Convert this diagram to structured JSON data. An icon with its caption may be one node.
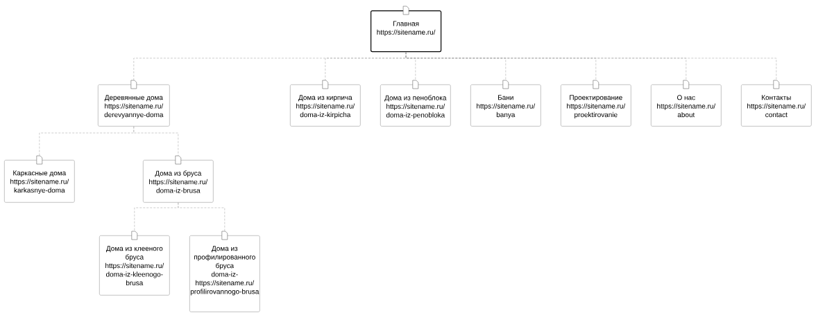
{
  "diagram": {
    "nodes": [
      {
        "text": [
          "Главная",
          "https://sitename.ru/"
        ]
      },
      {
        "text": [
          "Деревянные дома",
          "https://sitename.ru/ derevyannye-doma"
        ]
      },
      {
        "text": [
          "Дома из кирпича",
          "https://sitename.ru/ doma-iz-kirpicha"
        ]
      },
      {
        "text": [
          "Дома из пеноблока",
          "https://sitename.ru/ doma-iz-penobloka"
        ]
      },
      {
        "text": [
          "Бани",
          "https://sitename.ru/ banya"
        ]
      },
      {
        "text": [
          "Проектирование",
          "https://sitename.ru/ proektirovanie"
        ]
      },
      {
        "text": [
          "О нас",
          "https://sitename.ru/ about"
        ]
      },
      {
        "text": [
          "Контакты",
          "https://sitename.ru/ contact"
        ]
      },
      {
        "text": [
          "Каркасные дома",
          "https://sitename.ru/ karkasnye-doma"
        ]
      },
      {
        "text": [
          "Дома из бруса",
          "https://sitename.ru/ doma-iz-brusa"
        ]
      },
      {
        "text": [
          "Дома из клееного бруса",
          "https://sitename.ru/ doma-iz-kleenogo-brusa"
        ]
      },
      {
        "text": [
          "Дома из профилированного бруса",
          "doma-iz- https://sitename.ru/ profilirovannogo-brusa"
        ]
      }
    ],
    "edges": [
      {
        "from": 0,
        "to": 1,
        "arrow": "none",
        "style": "dashed"
      },
      {
        "from": 0,
        "to": 2,
        "arrow": "none",
        "style": "dashed"
      },
      {
        "from": 0,
        "to": 3,
        "arrow": "none",
        "style": "dashed"
      },
      {
        "from": 0,
        "to": 4,
        "arrow": "none",
        "style": "dashed"
      },
      {
        "from": 0,
        "to": 5,
        "arrow": "none",
        "style": "dashed"
      },
      {
        "from": 0,
        "to": 6,
        "arrow": "none",
        "style": "dashed"
      },
      {
        "from": 0,
        "to": 7,
        "arrow": "none",
        "style": "dashed"
      },
      {
        "from": 1,
        "to": 8,
        "arrow": "none",
        "style": "dashed"
      },
      {
        "from": 1,
        "to": 9,
        "arrow": "none",
        "style": "dashed"
      },
      {
        "from": 9,
        "to": 10,
        "arrow": "none",
        "style": "dashed"
      },
      {
        "from": 9,
        "to": 11,
        "arrow": "none",
        "style": "dashed"
      }
    ]
  }
}
